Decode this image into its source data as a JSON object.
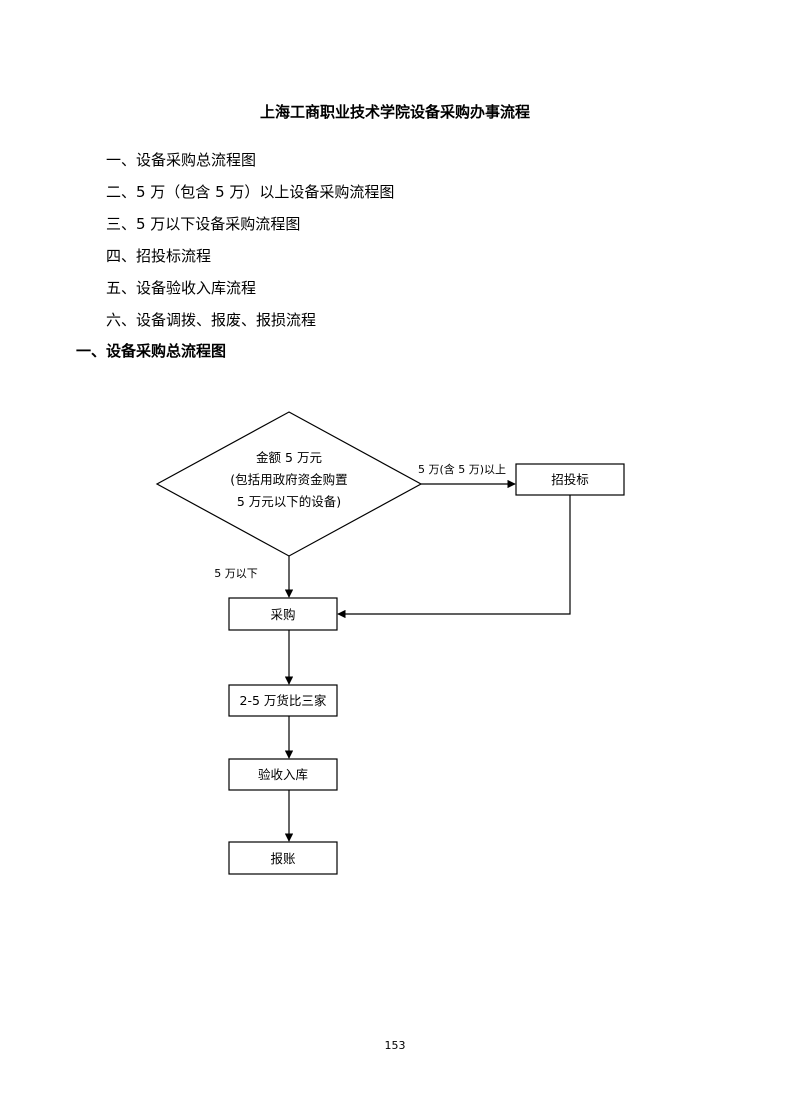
{
  "document": {
    "title": "上海工商职业技术学院设备采购办事流程",
    "toc": [
      "一、设备采购总流程图",
      "二、5 万（包含 5 万）以上设备采购流程图",
      "三、5 万以下设备采购流程图",
      "四、招投标流程",
      "五、设备验收入库流程",
      "六、设备调拨、报废、报损流程"
    ],
    "section_heading": "一、设备采购总流程图",
    "page_number": "153"
  },
  "flowchart": {
    "decision": {
      "line1": "金额 5 万元",
      "line2": "(包括用政府资金购置",
      "line3": "5 万元以下的设备)"
    },
    "edge_above_5w": "5 万(含 5 万)以上",
    "edge_below_5w": "5 万以下",
    "node_bidding": "招投标",
    "node_purchase": "采购",
    "node_compare": "2-5 万货比三家",
    "node_warehouse": "验收入库",
    "node_reimburse": "报账"
  }
}
